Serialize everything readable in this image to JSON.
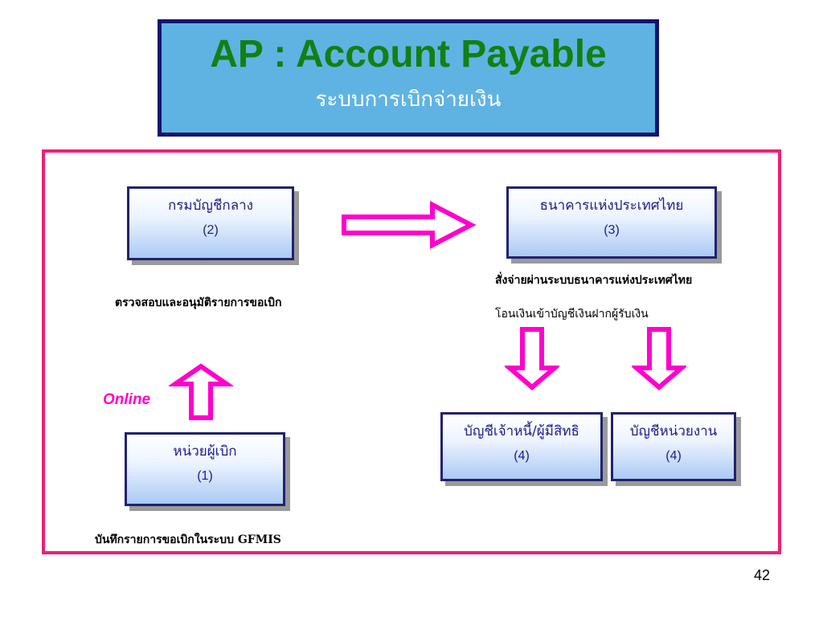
{
  "title": {
    "main": "AP : Account Payable",
    "sub": "ระบบการเบิกจ่ายเงิน"
  },
  "nodes": {
    "comptroller": {
      "label": "กรมบัญชีกลาง",
      "num": "(2)"
    },
    "bank": {
      "label": "ธนาคารแห่งประเทศไทย",
      "num": "(3)"
    },
    "requester": {
      "label": "หน่วยผู้เบิก",
      "num": "(1)"
    },
    "creditor": {
      "label": "บัญชีเจ้าหนี้/ผู้มีสิทธิ",
      "num": "(4)"
    },
    "agency": {
      "label": "บัญชีหน่วยงาน",
      "num": "(4)"
    }
  },
  "notes": {
    "verify": "ตรวจสอบและอนุมัติรายการขอเบิก",
    "bank_order": "สั่งจ่ายผ่านระบบธนาคารแห่งประเทศไทย",
    "transfer": "โอนเงินเข้าบัญชีเงินฝากผู้รับเงิน",
    "record": "บันทึกรายการขอเบิกในระบบ GFMIS"
  },
  "online_label": "Online",
  "page_number": "42",
  "colors": {
    "title_bg": "#5fb3e3",
    "title_border": "#14146e",
    "title_text": "#128012",
    "frame_border": "#ee1f78",
    "arrow": "#ff00cc",
    "node_border": "#22226e"
  }
}
